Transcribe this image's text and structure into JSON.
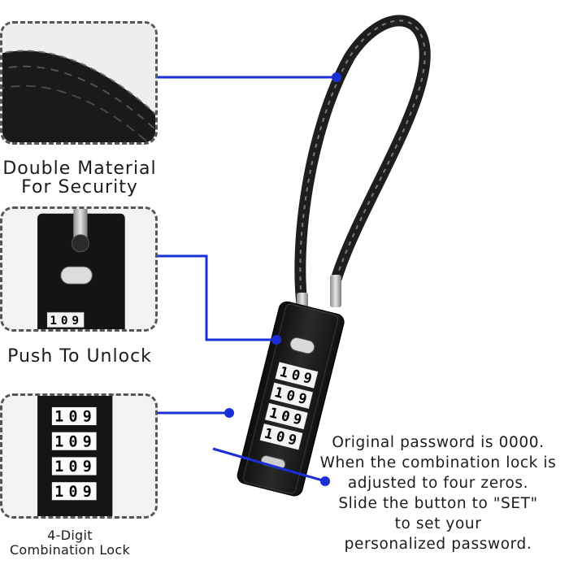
{
  "features": {
    "cable": {
      "caption": "Double Material\nFor Security"
    },
    "push": {
      "caption": "Push To Unlock"
    },
    "digits": {
      "caption": "4-Digit\nCombination Lock"
    }
  },
  "dial_digits": [
    "1",
    "0",
    "9"
  ],
  "instructions": {
    "lines": [
      "Original password is 0000.",
      "When the combination lock is",
      "adjusted to four zeros.",
      "Slide the button to \"SET\"",
      "to set your",
      "personalized password."
    ]
  },
  "colors": {
    "callout_line": "#1a2fd6",
    "panel_border": "#555555",
    "lock_body": "#1b1b1b",
    "cable": "#2a2a2a"
  }
}
